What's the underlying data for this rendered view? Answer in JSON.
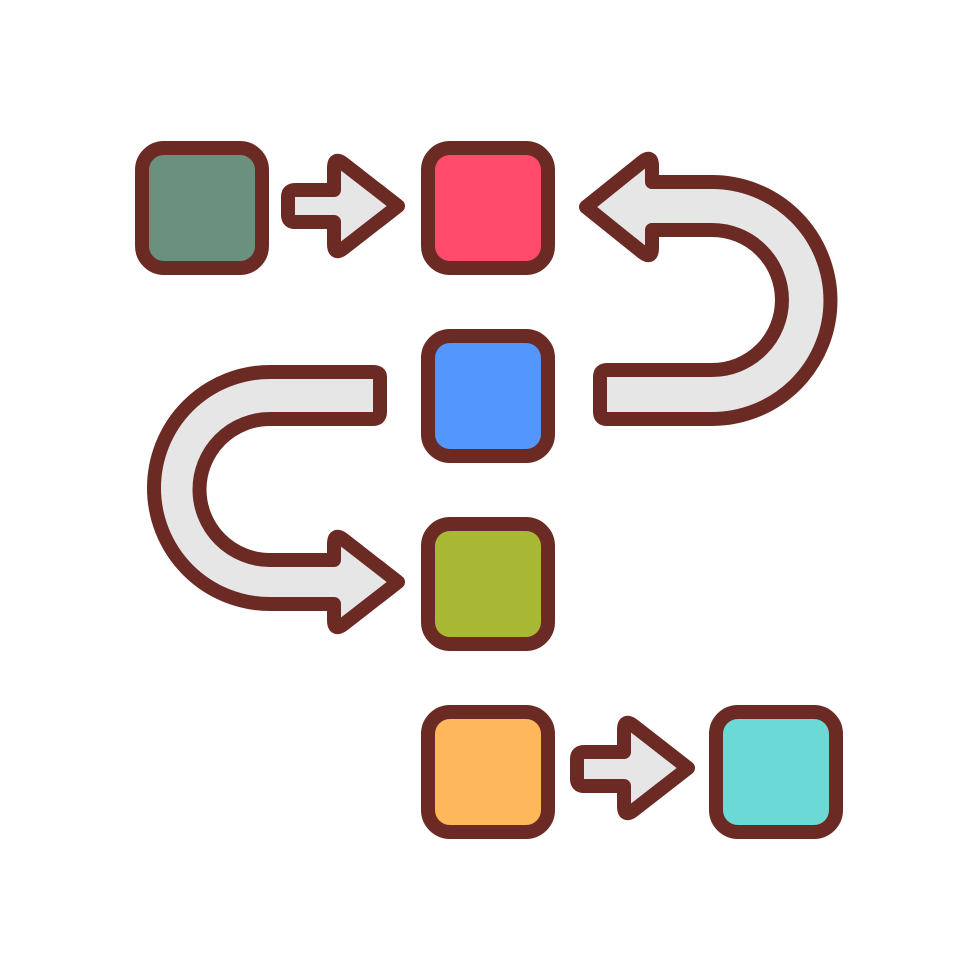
{
  "icon": {
    "name": "workflow-process-icon",
    "stroke_color": "#6b2a24",
    "arrow_fill": "#e6e6e6",
    "boxes": [
      {
        "id": "box-1",
        "color": "#6a917d"
      },
      {
        "id": "box-2",
        "color": "#ff4a6c"
      },
      {
        "id": "box-3",
        "color": "#5396fc"
      },
      {
        "id": "box-4",
        "color": "#a8b834"
      },
      {
        "id": "box-5",
        "color": "#feb75a"
      },
      {
        "id": "box-6",
        "color": "#6bd9d6"
      }
    ]
  }
}
